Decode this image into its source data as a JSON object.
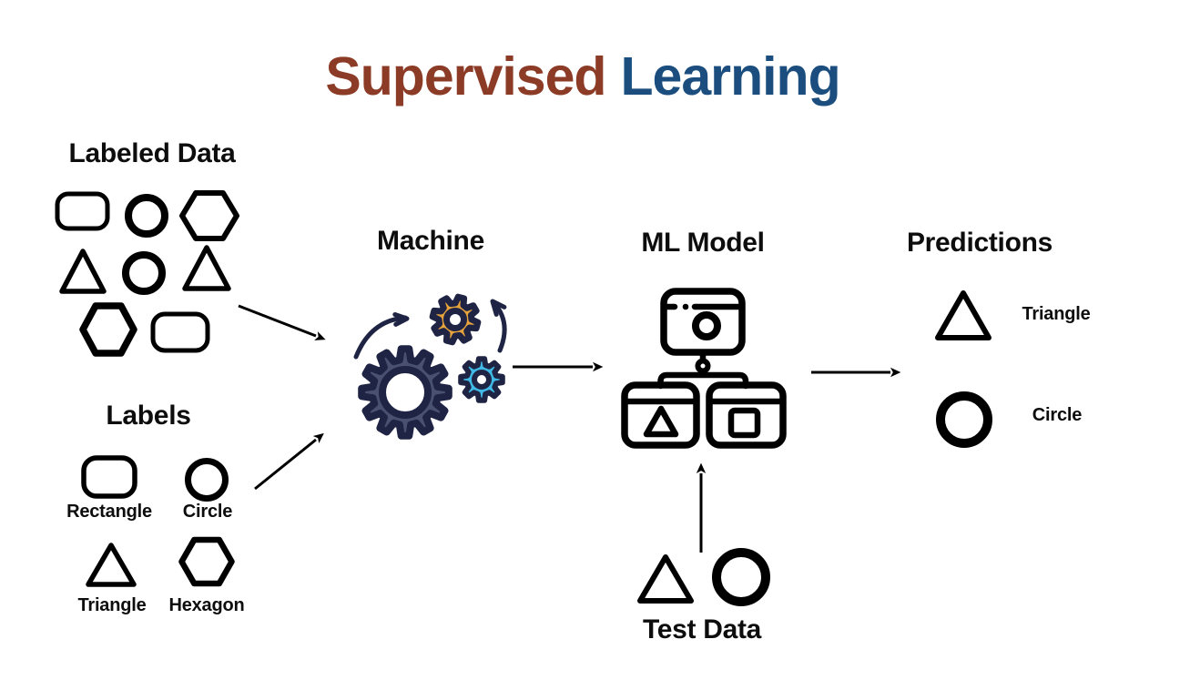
{
  "title": {
    "word1": "Supervised",
    "word2": "Learning"
  },
  "colors": {
    "title_word1": "#8C3B26",
    "title_word2": "#1B4E7E",
    "text": "#0D0D0D",
    "shape_stroke": "#000000",
    "gear_outline": "#1F2444",
    "gear_large_fill": "#4A5170",
    "gear_orange_fill": "#E8A43C",
    "gear_blue_fill": "#41B9E6"
  },
  "sections": {
    "labeled_data": {
      "heading": "Labeled Data",
      "shapes": [
        "rounded-rectangle",
        "circle",
        "hexagon",
        "triangle",
        "circle",
        "triangle",
        "hexagon",
        "rounded-rectangle"
      ]
    },
    "labels": {
      "heading": "Labels",
      "items": [
        {
          "shape": "rounded-rectangle",
          "label": "Rectangle"
        },
        {
          "shape": "circle",
          "label": "Circle"
        },
        {
          "shape": "triangle",
          "label": "Triangle"
        },
        {
          "shape": "hexagon",
          "label": "Hexagon"
        }
      ]
    },
    "machine": {
      "heading": "Machine",
      "icon": "gears-icon"
    },
    "ml_model": {
      "heading": "ML Model",
      "icon": "model-flowchart-icon"
    },
    "predictions": {
      "heading": "Predictions",
      "items": [
        {
          "shape": "triangle",
          "label": "Triangle"
        },
        {
          "shape": "circle",
          "label": "Circle"
        }
      ]
    },
    "test_data": {
      "heading": "Test Data",
      "shapes": [
        "triangle",
        "circle"
      ]
    }
  }
}
